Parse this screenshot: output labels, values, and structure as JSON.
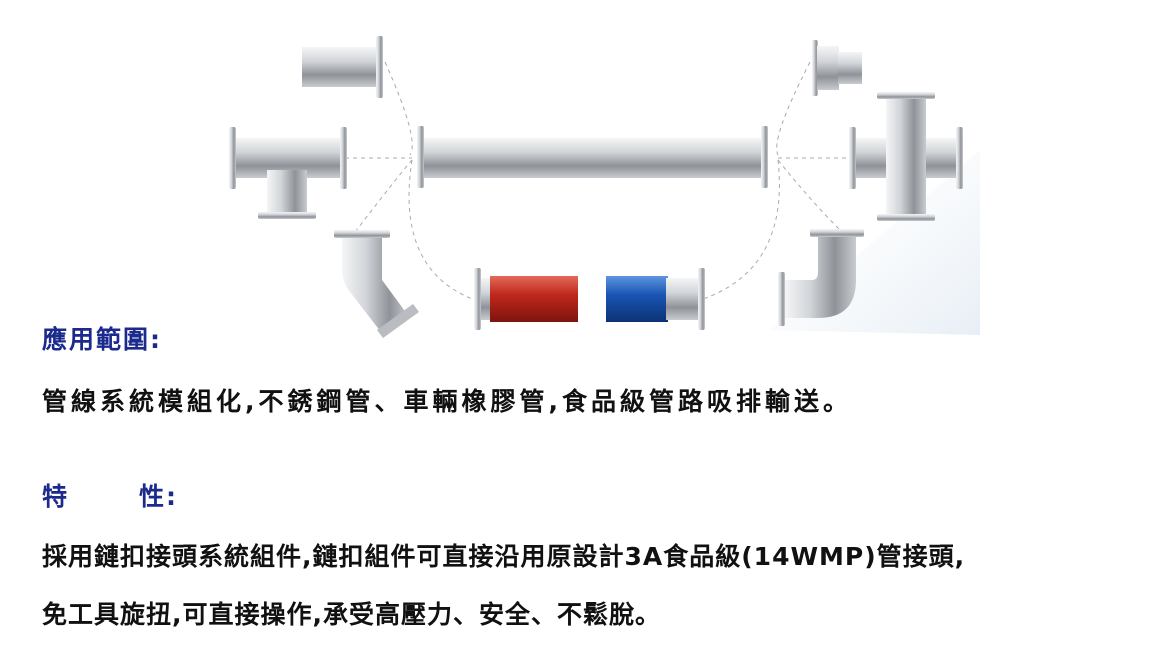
{
  "colors": {
    "heading": "#1b2a8c",
    "text": "#111111",
    "pipe_red": "#c0281e",
    "pipe_blue": "#1a56b4",
    "pipe_steel": "#c9ccd0"
  },
  "application": {
    "heading": "應用範圍:",
    "text": "管線系統模組化,不銹鋼管、車輛橡膠管,食品級管路吸排輸送。"
  },
  "features": {
    "heading_char1": "特",
    "heading_char2": "性:",
    "line1": "採用鏈扣接頭系統組件,鏈扣組件可直接沿用原設計3A食品級(14WMP)管接頭,",
    "line2": "免工具旋扭,可直接操作,承受高壓力、安全、不鬆脫。"
  }
}
